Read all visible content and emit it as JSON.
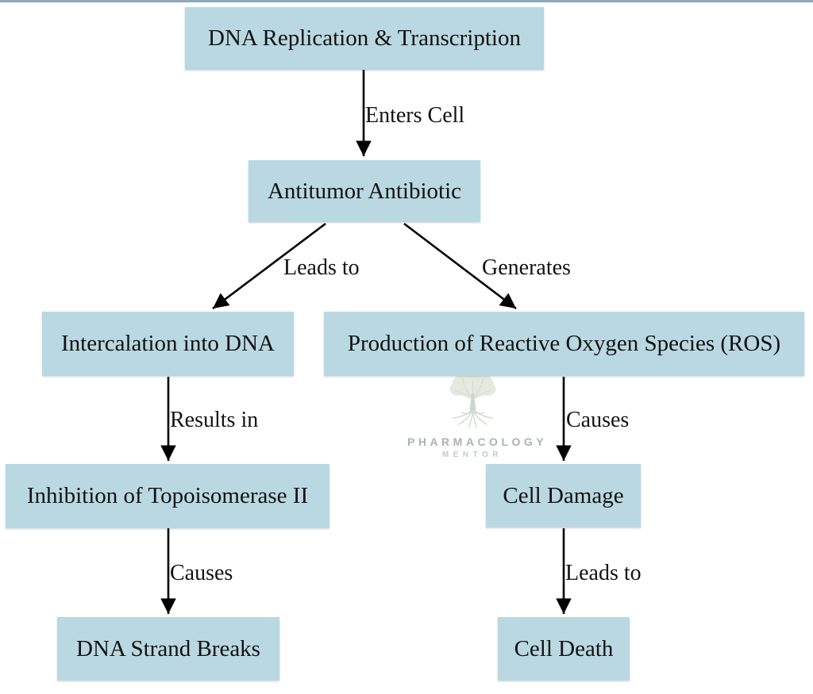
{
  "colors": {
    "box_fill": "#bad8e2",
    "top_bar": "#8ea9bc",
    "text": "#121212",
    "arrow": "#000000",
    "watermark_text": "#a9b2ba",
    "watermark_subtext": "#c3c9cf",
    "watermark_tree": "#c8d2c4"
  },
  "nodes": {
    "dna_replication": {
      "label": "DNA Replication & Transcription"
    },
    "antitumor": {
      "label": "Antitumor Antibiotic"
    },
    "intercalation": {
      "label": "Intercalation into DNA"
    },
    "ros": {
      "label": "Production of Reactive Oxygen Species (ROS)"
    },
    "topoisomerase": {
      "label": "Inhibition of Topoisomerase II"
    },
    "cell_damage": {
      "label": "Cell Damage"
    },
    "dna_breaks": {
      "label": "DNA Strand Breaks"
    },
    "cell_death": {
      "label": "Cell Death"
    }
  },
  "edges": {
    "enters_cell": {
      "label": "Enters Cell"
    },
    "leads_to_intercalation": {
      "label": "Leads to"
    },
    "generates": {
      "label": "Generates"
    },
    "results_in": {
      "label": "Results in"
    },
    "causes_damage": {
      "label": "Causes"
    },
    "causes_breaks": {
      "label": "Causes"
    },
    "leads_to_death": {
      "label": "Leads to"
    }
  },
  "watermark": {
    "line1": "PHARMACOLOGY",
    "line2": "MENTOR"
  }
}
